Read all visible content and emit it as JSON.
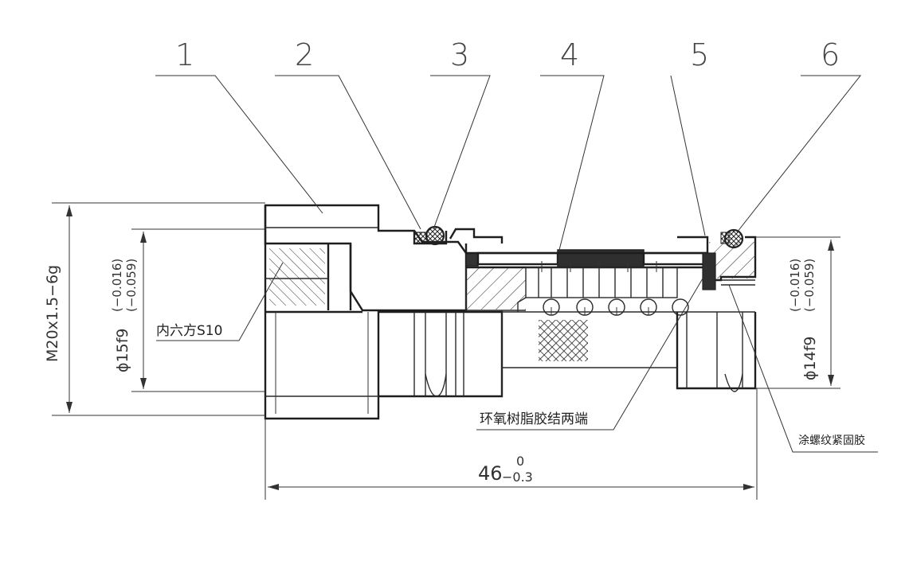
{
  "part_numbers": [
    "1",
    "2",
    "3",
    "4",
    "5",
    "6"
  ],
  "dimensions": {
    "thread": "M20x1.5−6g",
    "dia_left": "ϕ15f9",
    "dia_left_tol_upper": "(−0.016)",
    "dia_left_tol_lower": "(−0.059)",
    "dia_right": "ϕ14f9",
    "dia_right_tol_upper": "(−0.016)",
    "dia_right_tol_lower": "(−0.059)",
    "length": "46",
    "length_tol_upper": "0",
    "length_tol_lower": "−0.3"
  },
  "notes": {
    "hex_socket": "内六方S10",
    "epoxy": "环氧树脂胶结两端",
    "threadlock": "涂螺纹紧固胶"
  },
  "colors": {
    "line": "#2a2a2a",
    "fill_dark": "#3a3a3a",
    "paper": "#ffffff"
  }
}
